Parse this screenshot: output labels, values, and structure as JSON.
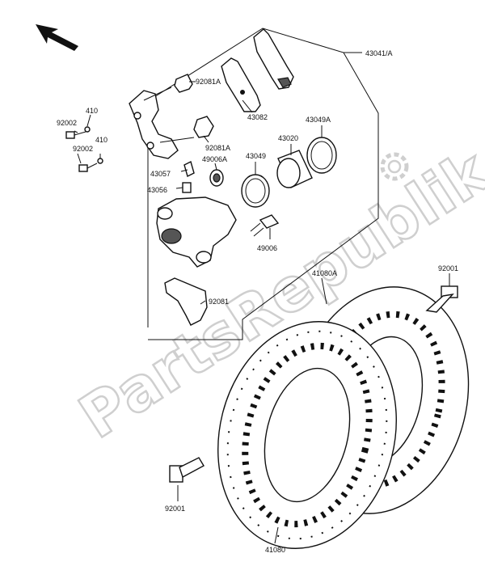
{
  "parts": {
    "p43041A": "43041/A",
    "p92081A_top": "92081A",
    "p43082": "43082",
    "p410_a": "410",
    "p92002_a": "92002",
    "p410_b": "410",
    "p92002_b": "92002",
    "p92081A_mid": "92081A",
    "p43020": "43020",
    "p43049A": "43049A",
    "p43049": "43049",
    "p43057": "43057",
    "p49006A": "49006A",
    "p43056": "43056",
    "p49006": "49006",
    "p92081": "92081",
    "p41080A": "41080A",
    "p92001_right": "92001",
    "p92001_left": "92001",
    "p41080": "41080"
  },
  "watermark": "PartsRepublik",
  "icons": {
    "direction": "arrow-up-left-icon",
    "watermark_logo": "gear-icon"
  }
}
